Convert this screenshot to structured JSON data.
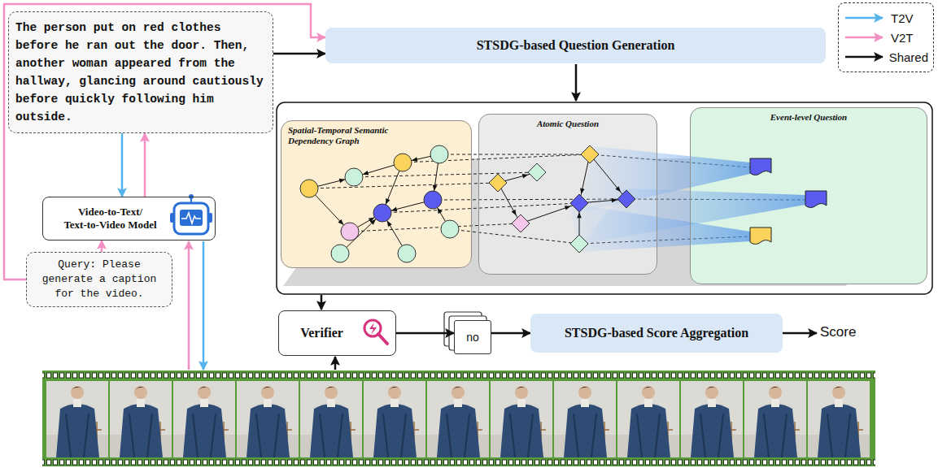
{
  "diagram": {
    "nodes": [
      {
        "text": [
          "The person put on red clothes before he ran out the door. Then, another woman appeared from the hallway, glancing around cautiously before quickly following him outside."
        ]
      },
      {
        "text": [
          "STSDG-based Question Generation"
        ]
      },
      {
        "text": [
          "Spatial-Temporal Semantic Dependency Graph"
        ]
      },
      {
        "text": [
          "Atomic Question"
        ]
      },
      {
        "text": [
          "Event-level Question"
        ]
      },
      {
        "text": [
          "Video-to-Text/ Text-to-Video Model"
        ]
      },
      {
        "text": [
          "Query: Please generate a caption for the video."
        ]
      },
      {
        "text": [
          "Verifier"
        ]
      },
      {
        "text": [
          "no"
        ]
      },
      {
        "text": [
          "STSDG-based Score Aggregation"
        ]
      }
    ],
    "edges": [
      {
        "from": 0,
        "to": 1,
        "arrow": "to"
      },
      {
        "from": 6,
        "to": 1,
        "arrow": "to"
      },
      {
        "from": 0,
        "to": 5,
        "arrow": "to"
      },
      {
        "from": 5,
        "to": 0,
        "arrow": "to"
      },
      {
        "from": 6,
        "to": 5,
        "arrow": "to"
      },
      {
        "from": 7,
        "to": 8,
        "arrow": "to"
      },
      {
        "from": 8,
        "to": 9,
        "arrow": "to"
      }
    ],
    "labels": [
      "Score"
    ],
    "legend": [
      {
        "text": "T2V"
      },
      {
        "text": "V2T"
      },
      {
        "text": "Shared"
      }
    ]
  }
}
